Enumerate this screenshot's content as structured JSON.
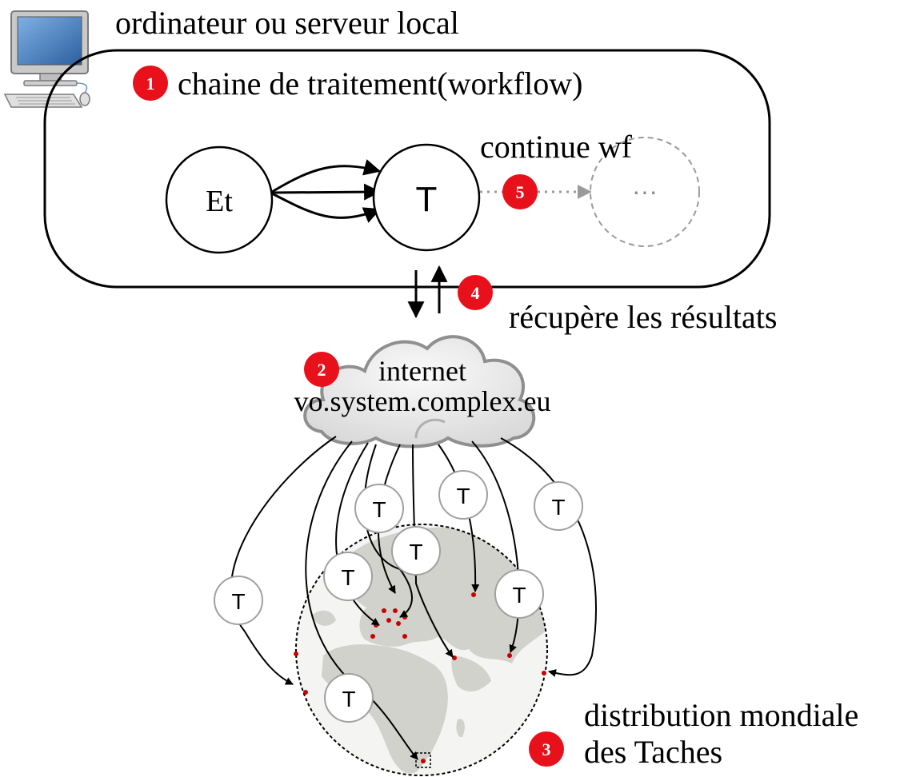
{
  "colors": {
    "marker_red": "#e8101a",
    "globe_land": "#d2d2cc",
    "globe_fill": "#ebebe7",
    "cloud_light": "#ececec",
    "cloud_stroke": "#909090",
    "dashed_gray": "#9a9a9a",
    "dot_red": "#c80000",
    "monitor_screen": "#3e7cc0"
  },
  "icons": [
    "computer-icon",
    "cloud-icon",
    "globe-icon"
  ],
  "labels": {
    "host": "ordinateur ou serveur local",
    "workflow": "chaine de traitement(workflow)",
    "continue": "continue wf",
    "results": "récupère les résultats",
    "internet": "internet",
    "server": "vo.system.complex.eu",
    "distribution_line1": "distribution mondiale",
    "distribution_line2": "des Taches"
  },
  "nodes": {
    "start": "Et",
    "task": "T",
    "next": "···",
    "remote_task": "T"
  },
  "steps": [
    "1",
    "2",
    "3",
    "4",
    "5"
  ]
}
